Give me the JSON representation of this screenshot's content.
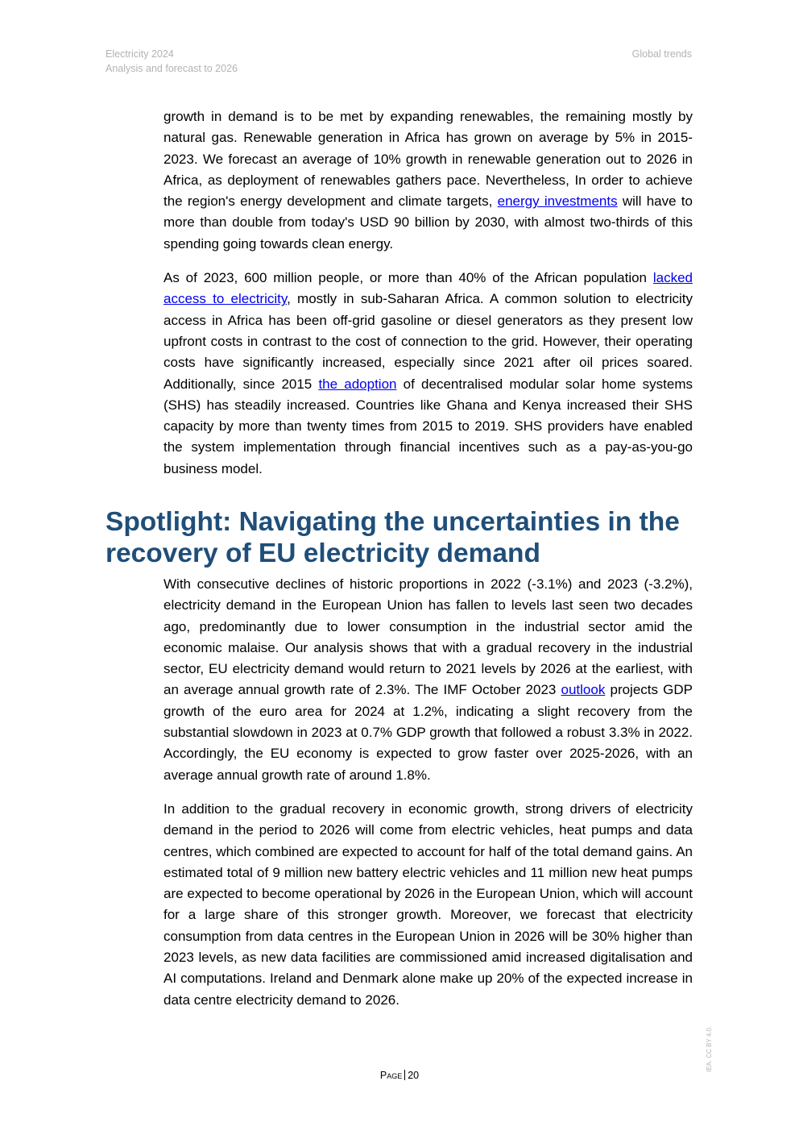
{
  "header": {
    "title_line1": "Electricity 2024",
    "title_line2": "Analysis and forecast to 2026",
    "section": "Global trends"
  },
  "para1": {
    "text": "growth in demand is to be met by expanding renewables, the remaining mostly by natural gas. Renewable generation in Africa has grown on average by 5% in 2015-2023. We forecast an average of 10% growth in renewable generation out to 2026 in Africa, as deployment of renewables gathers pace. Nevertheless, In order to achieve the region's energy development and climate targets, ",
    "link": "energy investments",
    "text_after": " will have to more than double from today's USD 90 billion by 2030, with almost two-thirds of this spending going towards clean energy."
  },
  "para2": {
    "text": "As of 2023, 600 million people, or more than 40% of the African population ",
    "link1": "lacked access to electricity",
    "text2": ", mostly in sub-Saharan Africa. A common solution to electricity access in Africa has been off-grid gasoline or diesel generators as they present low upfront costs in contrast to the cost of connection to the grid. However, their operating costs have significantly increased, especially since 2021 after oil prices soared. Additionally, since 2015 ",
    "link2": "the adoption",
    "text3": " of decentralised modular solar home systems (SHS) has steadily increased. Countries like Ghana and Kenya increased their SHS capacity by more than twenty times from 2015 to 2019. SHS providers have enabled the system implementation through financial incentives such as a pay-as-you-go business model."
  },
  "heading": "Spotlight: Navigating the uncertainties in the recovery of EU electricity demand",
  "para3": {
    "text": "With consecutive declines of historic proportions in 2022 (-3.1%) and 2023 (-3.2%), electricity demand in the European Union has fallen to levels last seen two decades ago, predominantly due to lower consumption in the industrial sector amid the economic malaise. Our analysis shows that with a gradual recovery in the industrial sector, EU electricity demand would return to 2021 levels by 2026 at the earliest, with an average annual growth rate of 2.3%. The IMF October 2023 ",
    "link": "outlook",
    "text_after": " projects GDP growth of the euro area for 2024 at 1.2%, indicating a slight recovery from the substantial slowdown in 2023 at 0.7% GDP growth that followed a robust 3.3% in 2022. Accordingly, the EU economy is expected to grow faster over 2025-2026, with an average annual growth rate of around 1.8%."
  },
  "para4": {
    "text": "In addition to the gradual recovery in economic growth, strong drivers of electricity demand in the period to 2026 will come from electric vehicles, heat pumps and data centres, which combined are expected to account for half of the total demand gains. An estimated total of 9 million new battery electric vehicles and 11 million new heat pumps are expected to become operational by 2026 in the European Union, which will account for a large share of this stronger growth. Moreover, we forecast that electricity consumption from data centres in the European Union in 2026 will be 30% higher than 2023 levels, as new data facilities are commissioned amid increased digitalisation and AI computations. Ireland and Denmark alone make up 20% of the expected increase in data centre electricity demand to 2026."
  },
  "footer": {
    "page_label": "Page",
    "page_number": "20"
  },
  "watermark": "IEA. CC BY 4.0."
}
